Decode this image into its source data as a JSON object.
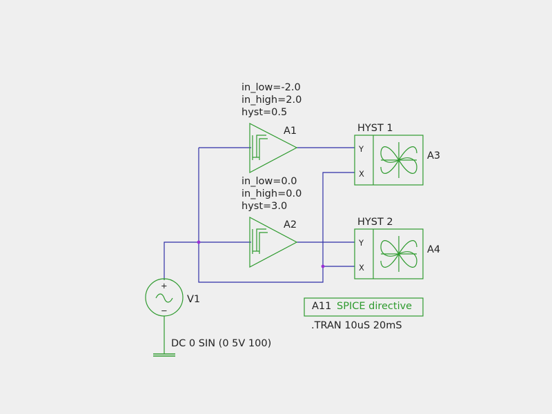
{
  "a1": {
    "params": [
      "in_low=-2.0",
      "in_high=2.0",
      "hyst=0.5"
    ],
    "label": "A1"
  },
  "a2": {
    "params": [
      "in_low=0.0",
      "in_high=0.0",
      "hyst=3.0"
    ],
    "label": "A2"
  },
  "hyst1": {
    "title": "HYST 1",
    "label": "A3",
    "pin_y": "Y",
    "pin_x": "X"
  },
  "hyst2": {
    "title": "HYST 2",
    "label": "A4",
    "pin_y": "Y",
    "pin_x": "X"
  },
  "source": {
    "label": "V1",
    "value": "DC 0 SIN (0 5V 100)",
    "plus": "+",
    "minus": "−"
  },
  "directive": {
    "ref": "A11",
    "title": "SPICE directive",
    "command": ".TRAN 10uS 20mS"
  },
  "colors": {
    "background": "#efefef",
    "wire": "#2f2fa6",
    "component": "#2e9a2e",
    "junction": "#9b2fd6",
    "text": "#222222"
  }
}
